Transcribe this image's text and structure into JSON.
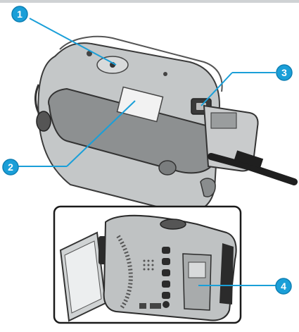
{
  "callouts": [
    {
      "label": "1"
    },
    {
      "label": "2"
    },
    {
      "label": "3"
    },
    {
      "label": "4"
    }
  ],
  "colors": {
    "callout_fill": "#1a9fd8",
    "callout_line": "#1a9fd8",
    "callout_text": "#ffffff",
    "device_body": "#bfc2c3",
    "device_dark": "#2b2b2b",
    "frame": "#1a1a1a",
    "top_rule": "#cfd2d4"
  }
}
